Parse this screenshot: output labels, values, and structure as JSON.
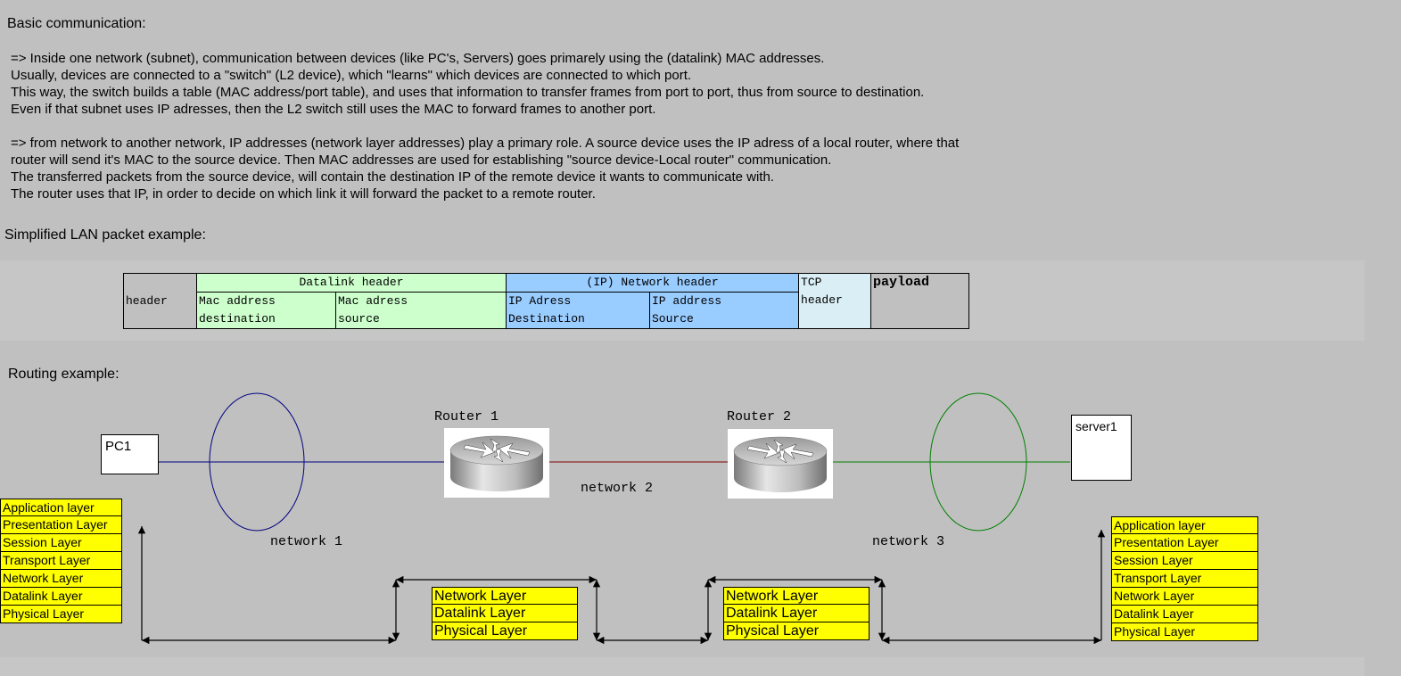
{
  "sections": {
    "basic": "Basic communication:",
    "lan": "Simplified LAN packet example:",
    "routing": "Routing example:"
  },
  "paragraph1": [
    "=> Inside one network (subnet), communication between devices (like PC's, Servers) goes primarely using the (datalink) MAC addresses.",
    "Usually, devices are connected to a \"switch\" (L2 device), which \"learns\" which devices are connected to which port.",
    "This way, the switch builds a table (MAC address/port table), and uses that information to transfer frames from port to port, thus from source to destination.",
    "Even if that subnet uses IP adresses, then the L2 switch still uses the MAC to forward frames to another port."
  ],
  "paragraph2": [
    "=> from network to another network, IP addresses (network layer addresses) play a primary role. A source device uses the IP adress of a local router, where that",
    "router will send it's MAC to the source device. Then MAC addresses are used for establishing \"source device-Local router\" communication.",
    "The transferred packets from the source device, will contain the destination IP of the remote device it wants to communicate with.",
    "The router uses that IP, in order to decide on which link it will forward the packet to a remote router."
  ],
  "packet": {
    "header": "header",
    "datalink_header": "Datalink header",
    "mac_dest_1": "Mac address",
    "mac_dest_2": "destination",
    "mac_src_1": "Mac adress",
    "mac_src_2": "source",
    "network_header": "(IP) Network header",
    "ip_dest_1": "IP Adress",
    "ip_dest_2": "Destination",
    "ip_src_1": "IP address",
    "ip_src_2": "Source",
    "tcp_1": "TCP",
    "tcp_2": "header",
    "payload": "payload"
  },
  "routing": {
    "pc": "PC1",
    "server": "server1",
    "router1": "Router 1",
    "router2": "Router 2",
    "network1": "network 1",
    "network2": "network 2",
    "network3": "network 3",
    "full_stack": [
      "Application layer",
      "Presentation Layer",
      "Session Layer",
      "Transport Layer",
      "Network Layer",
      "Datalink Layer",
      "Physical Layer"
    ],
    "router_stack": [
      "Network Layer",
      "Datalink Layer",
      "Physical Layer"
    ]
  },
  "colors": {
    "network1": "#000080",
    "network2": "#800000",
    "network3": "#008000",
    "layer_fill": "#ffff00"
  }
}
